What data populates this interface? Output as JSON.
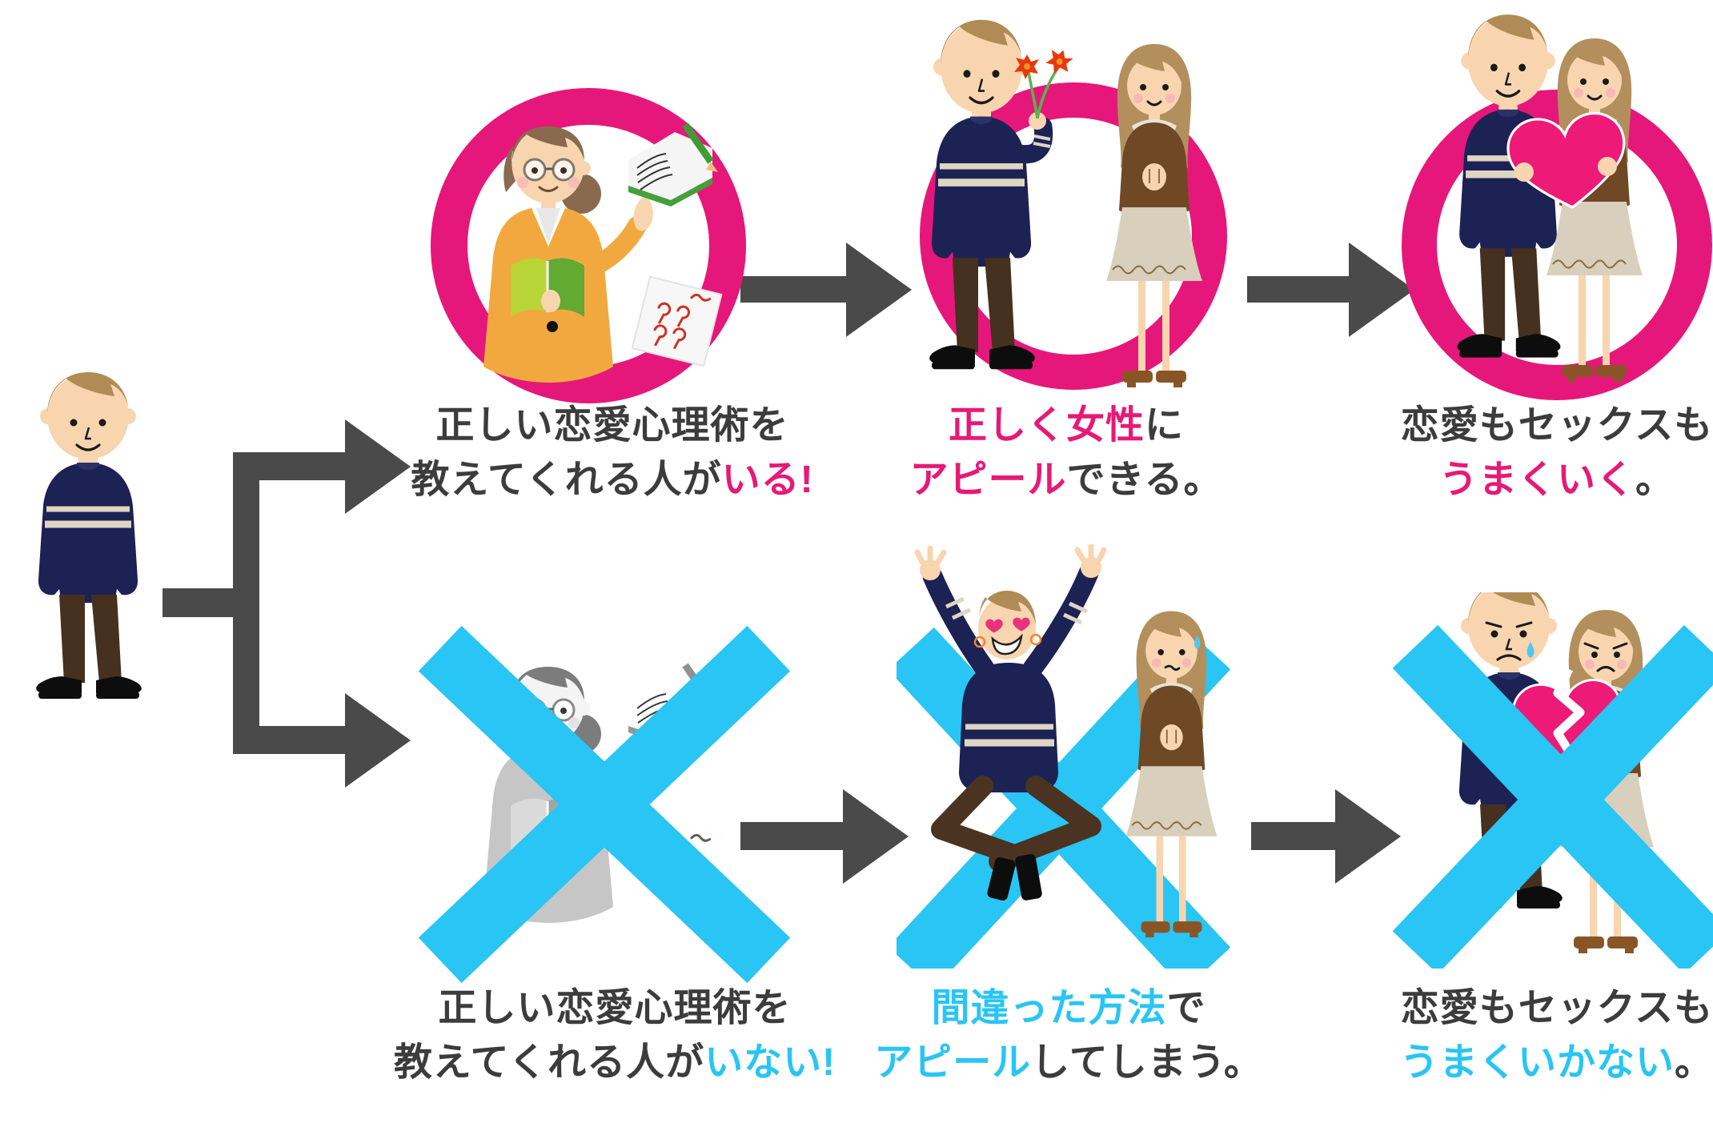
{
  "colors": {
    "accent_pink": "#e61a76",
    "accent_cyan": "#29c5f4",
    "text_dark": "#3c3c3c",
    "arrow_gray": "#4a4a4a"
  },
  "captions": {
    "top_left": {
      "l1": "正しい恋愛心理術を",
      "l2_plain": "教えてくれる人が",
      "l2_accent": "いる!"
    },
    "top_middle": {
      "l1_accent": "正しく女性",
      "l1_plain": "に",
      "l2_accent": "アピール",
      "l2_plain": "できる。"
    },
    "top_right": {
      "l1": "恋愛もセックスも",
      "l2_accent": "うまくいく",
      "l2_plain": "。"
    },
    "bottom_left": {
      "l1": "正しい恋愛心理術を",
      "l2_plain": "教えてくれる人が",
      "l2_accent": "いない!"
    },
    "bottom_middle": {
      "l1_accent": "間違った方法",
      "l1_plain": "で",
      "l2_accent": "アピール",
      "l2_plain": "してしまう。"
    },
    "bottom_right": {
      "l1": "恋愛もセックスも",
      "l2_accent": "うまくいかない",
      "l2_plain": "。"
    }
  },
  "illustrations": {
    "start": "man-standing",
    "top_row": [
      "teacher-in-pink-circle",
      "man-giving-flowers-in-pink-circle",
      "couple-holding-heart-in-pink-circle"
    ],
    "bottom_row": [
      "teacher-grayed-with-cyan-cross",
      "man-wrong-appeal-with-cyan-cross",
      "sad-couple-broken-heart-with-cyan-cross"
    ]
  }
}
